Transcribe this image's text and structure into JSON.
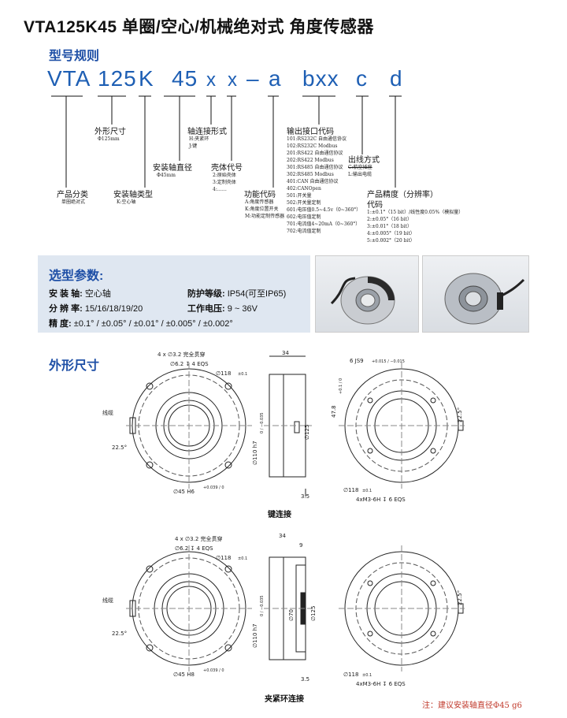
{
  "title": "VTA125K45 单圈/空心/机械绝对式 角度传感器",
  "section_model": "型号规则",
  "code": {
    "p1": "VTA",
    "p2": "125",
    "p3": "K",
    "p4": "45",
    "p5": "x",
    "p6": "x",
    "dash": "–",
    "p7": "a",
    "p8": "bxx",
    "p9": "c",
    "p10": "d"
  },
  "fields": {
    "product_class": {
      "label": "产品分类",
      "desc": [
        "单圈绝对式"
      ]
    },
    "outer_size": {
      "label": "外形尺寸",
      "desc": [
        "Φ125mm"
      ]
    },
    "mount_type": {
      "label": "安装轴类型",
      "desc": [
        "K:空心轴"
      ]
    },
    "shaft_dia": {
      "label": "安装轴直径",
      "desc": [
        "Φ45mm"
      ]
    },
    "shaft_conn": {
      "label": "轴连接形式",
      "desc": [
        "H:夹紧环",
        "J:键"
      ]
    },
    "housing": {
      "label": "壳体代号",
      "desc": [
        "2:原始壳体",
        "3:定制壳体",
        "4:……"
      ]
    },
    "function": {
      "label": "功能代码",
      "desc": [
        "A:角度传感器",
        "K:角度位置开关",
        "M:功能定制传感器"
      ]
    },
    "output": {
      "label": "输出接口代码",
      "desc": [
        "101:RS232C 自由通信协议",
        "102:RS232C Modbus",
        "201:RS422 自由通信协议",
        "202:RS422 Modbus",
        "301:RS485 自由通信协议",
        "302:RS485 Modbus",
        "401:CAN 自由通信协议",
        "402:CANOpen",
        "501:开关量",
        "502:开关量定制",
        "601:电压值0.5~4.5v（0~360°）",
        "602:电压值定制",
        "701:电流值4~20mA（0~360°）",
        "702:电流值定制"
      ]
    },
    "cable": {
      "label": "出线方式",
      "desc": [
        "C:航空插座",
        "L:输出电缆"
      ]
    },
    "precision": {
      "label": "产品精度（分辨率）",
      "label2": "代码",
      "desc": [
        "1:±0.1°（15 bit）/线性度0.05%（模拟量）",
        "2:±0.05°（16 bit）",
        "3:±0.01°（18 bit）",
        "4:±0.005°（19 bit）",
        "5:±0.002°（20 bit）"
      ]
    }
  },
  "params": {
    "heading": "选型参数:",
    "mount_label": "安 装 轴:",
    "mount_value": "空心轴",
    "protect_label": "防护等级:",
    "protect_value": "IP54(可至IP65)",
    "res_label": "分 辨 率:",
    "res_value": "15/16/18/19/20",
    "volt_label": "工作电压:",
    "volt_value": "9 ~ 36V",
    "acc_label": "精      度:",
    "acc_value": "±0.1° / ±0.05° / ±0.01° / ±0.005° / ±0.002°"
  },
  "section_dims": "外形尺寸",
  "drawing_key": {
    "holes": "4 x ∅3.2 完全贯穿",
    "counterbore": "∅6.2 ↧ 4 EQS",
    "d118": "∅118",
    "tol01": "±0.1",
    "cable_lbl": "线缆",
    "angle": "22.5°",
    "d45": "∅45 H6",
    "d45tol": "+0.039 / 0",
    "w34": "34",
    "d110": "∅110 h7",
    "d110tol": "0 / −0.035",
    "d125": "∅125",
    "h35": "3.5",
    "key": "6 JS9",
    "keytol": "+0.015 / −0.015",
    "h478": "47.8",
    "tol478": "+0.1 / 0",
    "m3": "4xM3-6H ↧ 6 EQS",
    "caption": "键连接"
  },
  "drawing_clamp": {
    "holes": "4 x ∅3.2 完全贯穿",
    "counterbore": "∅6.2 ↧ 4 EQS",
    "d118": "∅118",
    "tol01": "±0.1",
    "cable_lbl": "线缆",
    "angle": "22.5°",
    "d45": "∅45 H8",
    "d45tol": "+0.039 / 0",
    "w34": "34",
    "w9": "9",
    "d110": "∅110 h7",
    "d110tol": "0 / −0.035",
    "d70": "∅70",
    "d125": "∅125",
    "h35": "3.5",
    "m3": "4xM3-6H ↧ 6 EQS",
    "caption": "夹紧环连接"
  },
  "note": "注：建议安装轴直径Φ45 g6",
  "colors": {
    "accent": "#1e5fb4",
    "panel": "#dfe7f1",
    "note": "#c0392b"
  }
}
